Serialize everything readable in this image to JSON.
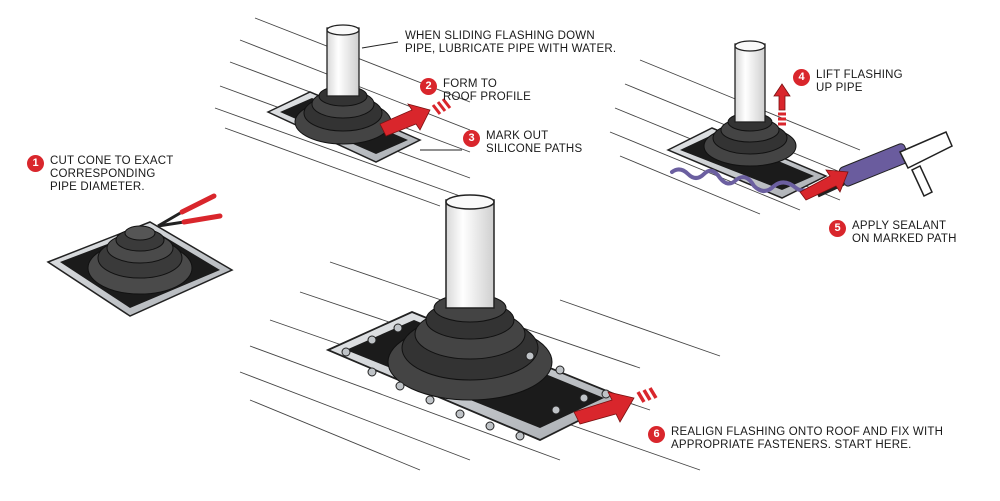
{
  "colors": {
    "accent": "#d9262c",
    "rubber": "#3a3a3a",
    "metal": "#c9ccd0",
    "pipe": "#f4f4f4"
  },
  "note_top": {
    "line1": "WHEN SLIDING FLASHING DOWN",
    "line2": "PIPE, LUBRICATE PIPE WITH WATER."
  },
  "steps": [
    {
      "number": "1",
      "lines": [
        "CUT CONE TO EXACT",
        "CORRESPONDING",
        "PIPE DIAMETER."
      ]
    },
    {
      "number": "2",
      "lines": [
        "FORM TO",
        "ROOF PROFILE"
      ]
    },
    {
      "number": "3",
      "lines": [
        "MARK OUT",
        "SILICONE PATHS"
      ]
    },
    {
      "number": "4",
      "lines": [
        "LIFT FLASHING",
        "UP PIPE"
      ]
    },
    {
      "number": "5",
      "lines": [
        "APPLY SEALANT",
        "ON MARKED PATH"
      ]
    },
    {
      "number": "6",
      "lines": [
        "REALIGN FLASHING ONTO ROOF AND FIX WITH",
        "APPROPRIATE FASTENERS. START HERE."
      ]
    }
  ],
  "illustrations": [
    {
      "name": "cone-cutting",
      "tool": "snips-icon"
    },
    {
      "name": "flashing-on-pipe",
      "tool": "none"
    },
    {
      "name": "sealant-application",
      "tool": "caulking-gun-icon"
    },
    {
      "name": "fixed-flashing",
      "tool": "screw-fasteners"
    }
  ]
}
